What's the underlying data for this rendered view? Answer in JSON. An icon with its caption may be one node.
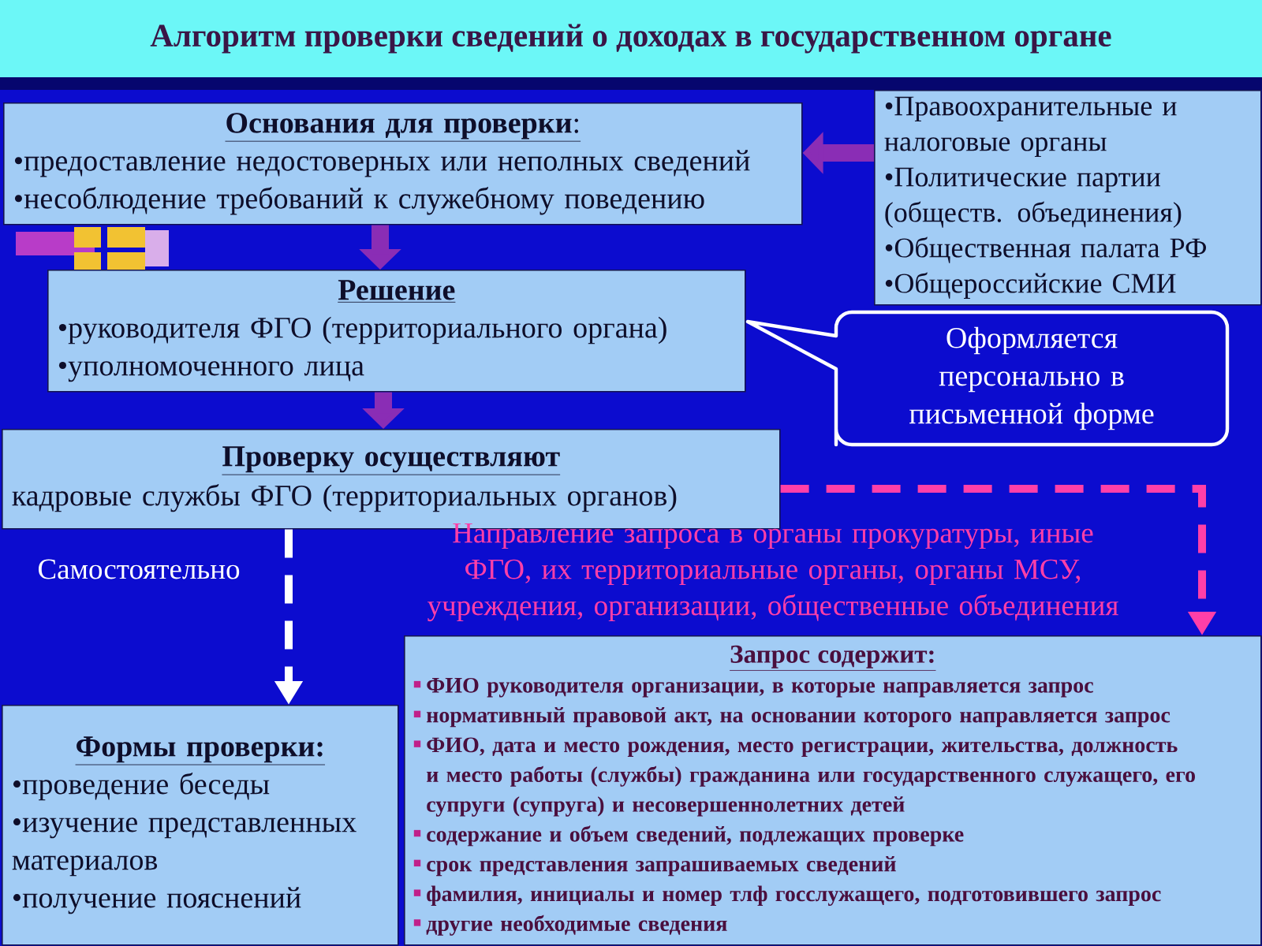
{
  "diagram": {
    "title": "Алгоритм проверки сведений о доходах в государственном органе",
    "nodes": [
      {
        "text": [
          "**Основания для проверки**:",
          "•предоставление недостоверных или неполных сведений",
          "•несоблюдение требований к служебному поведению"
        ]
      },
      {
        "text": [
          "•Правоохранительные и налоговые органы",
          "•Политические партии (обществ. объединения)",
          "•Общественная палата РФ",
          "•Общероссийские СМИ"
        ]
      },
      {
        "text": [
          "Решение",
          "•руководителя ФГО (территориального органа)",
          "•уполномоченного лица"
        ]
      },
      {
        "text": [
          "Оформляется персонально в письменной форме"
        ]
      },
      {
        "text": [
          "Проверку осуществляют",
          "кадровые службы ФГО (территориальных органов)"
        ]
      },
      {
        "text": [
          "Формы проверки:",
          "•проведение беседы",
          "•изучение представленных материалов",
          "•получение пояснений"
        ]
      },
      {
        "text": [
          "**Запрос содержит**:",
          "ФИО руководителя организации, в которые направляется запрос",
          "нормативный правовой акт, на основании которого направляется запрос",
          "ФИО, дата и место рождения, место регистрации, жительства, должность и место работы (службы) гражданина или государственного служащего, его супруги (супруга) и несовершеннолетних детей",
          "содержание и объем сведений, подлежащих проверке",
          "срок представления запрашиваемых сведений",
          "фамилия, инициалы и номер тлф госслужащего, подготовившего запрос",
          "другие необходимые сведения"
        ]
      }
    ],
    "edges": [
      {
        "from": 1,
        "to": 0,
        "arrow": "to"
      },
      {
        "from": 0,
        "to": 2,
        "arrow": "to"
      },
      {
        "from": 2,
        "to": 4,
        "arrow": "to"
      },
      {
        "from": 4,
        "to": 5,
        "arrow": "to",
        "label": "Самостоятельно",
        "style": "dashed",
        "color": "#ffffff"
      },
      {
        "from": 4,
        "to": 6,
        "arrow": "to",
        "label": "Направление запроса в органы прокуратуры, иные ФГО, их территориальные органы, органы МСУ, учреждения, организации, общественные объединения",
        "style": "dashed",
        "color": "#ff3fa8"
      }
    ]
  }
}
